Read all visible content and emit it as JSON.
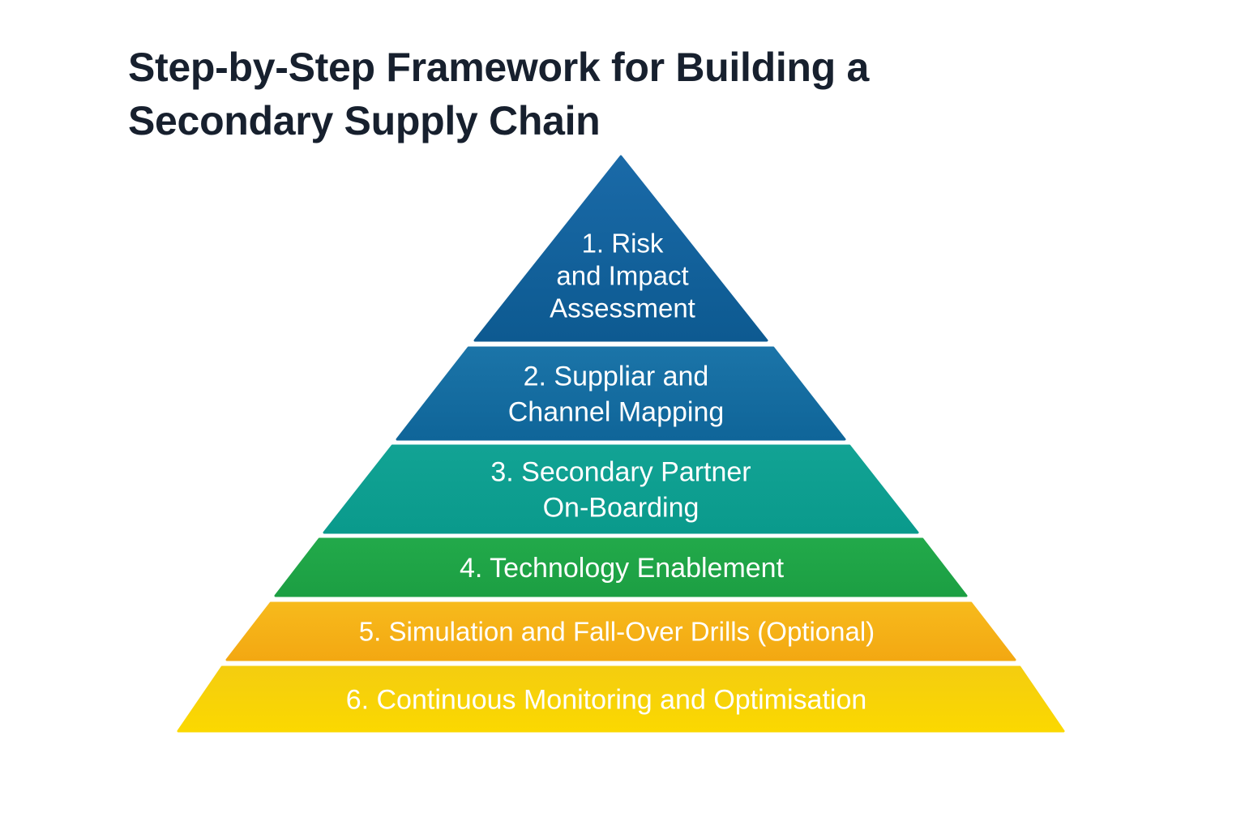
{
  "title": {
    "line1": "Step-by-Step Framework for Building a",
    "line2": "Secondary Supply Chain"
  },
  "tiers": [
    {
      "label_lines": [
        "1. Risk",
        "and Impact",
        "Assessment"
      ],
      "color_top": "#1a6aa8",
      "color_bottom": "#0d5a91"
    },
    {
      "label_lines": [
        "2. Suppliar and",
        "Channel Mapping"
      ],
      "color_top": "#1b74a8",
      "color_bottom": "#0f6599"
    },
    {
      "label_lines": [
        "3. Secondary Partner",
        "On-Boarding"
      ],
      "color_top": "#12a394",
      "color_bottom": "#0a9a8c"
    },
    {
      "label_lines": [
        "4. Technology Enablement"
      ],
      "color_top": "#22a94a",
      "color_bottom": "#1c9f43"
    },
    {
      "label_lines": [
        "5. Simulation and Fall-Over Drills (Optional)"
      ],
      "color_top": "#f7ba1c",
      "color_bottom": "#f3a812"
    },
    {
      "label_lines": [
        "6. Continuous Monitoring and Optimisation"
      ],
      "color_top": "#f4cd10",
      "color_bottom": "#fbd800"
    }
  ]
}
